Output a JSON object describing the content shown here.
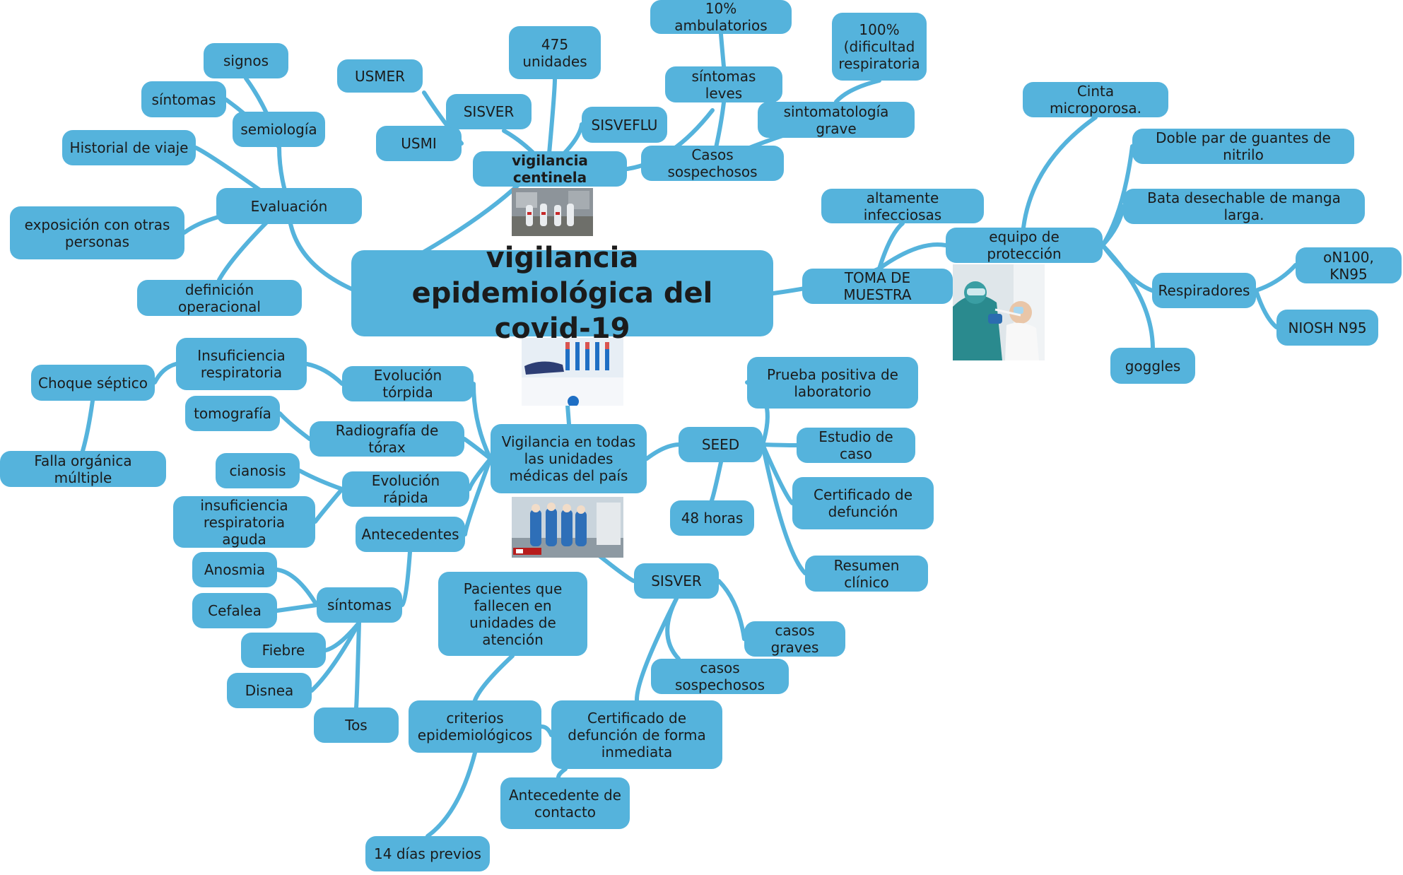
{
  "colors": {
    "node_fill": "#55b3dc",
    "edge": "#55b3dc",
    "text": "#1b1b1b"
  },
  "root": {
    "label": "vigilancia epidemiológica del\ncovid-19"
  },
  "nodes": {
    "signos": "signos",
    "sintomas_top": "síntomas",
    "semiologia": "semiología",
    "historial": "Historial de viaje",
    "exposicion": "exposición con otras\npersonas",
    "evaluacion": "Evaluación",
    "definicion": "definición operacional",
    "usmer": "USMER",
    "usmi": "USMI",
    "sisver_top": "SISVER",
    "unidades475": "475\nunidades",
    "sisveflu": "SISVEFLU",
    "vig_centinela": "vigilancia centinela",
    "ambulatorios": "10% ambulatorios",
    "dificultad": "100%\n(dificultad\nrespiratoria",
    "sintomas_leves": "síntomas leves",
    "sintomatologia_grave": "sintomatología grave",
    "casos_sospechosos_top": "Casos sospechosos",
    "cinta": "Cinta microporosa.",
    "guantes": "Doble par de guantes de nitrilo",
    "bata": "Bata desechable de manga larga.",
    "altamente": "altamente infecciosas",
    "equipo": "equipo de protección",
    "toma": "TOMA DE MUESTRA",
    "respiradores": "Respiradores",
    "n100": "oN100, KN95",
    "niosh": "NIOSH N95",
    "goggles": "goggles",
    "insuf_resp": "Insuficiencia\nrespiratoria",
    "choque": "Choque séptico",
    "evol_torpida": "Evolución tórpida",
    "tomografia": "tomografía",
    "radiografia": "Radiografía de tórax",
    "falla": "Falla orgánica múltiple",
    "cianosis": "cianosis",
    "evol_rapida": "Evolución rápida",
    "insuf_aguda": "insuficiencia\nrespiratoria aguda",
    "antecedentes": "Antecedentes",
    "vig_todas": "Vigilancia en todas\nlas unidades\nmédicas del país",
    "seed": "SEED",
    "prueba": "Prueba positiva de\nlaboratorio",
    "estudio": "Estudio de caso",
    "certificado_def": "Certificado de\ndefunción",
    "horas48": "48 horas",
    "resumen": "Resumen clínico",
    "anosmia": "Anosmia",
    "cefalea": "Cefalea",
    "sintomas_bottom": "síntomas",
    "fiebre": "Fiebre",
    "disnea": "Disnea",
    "tos": "Tos",
    "pacientes": "Pacientes que\nfallecen en\nunidades de\natención",
    "sisver_bottom": "SISVER",
    "casos_graves": "casos graves",
    "casos_sospechosos_bottom": "casos sospechosos",
    "criterios": "criterios\nepidemiológicos",
    "certificado_inm": "Certificado de\ndefunción de forma\ninmediata",
    "antecedente_contacto": "Antecedente de\ncontacto",
    "dias14": "14 días previos"
  }
}
